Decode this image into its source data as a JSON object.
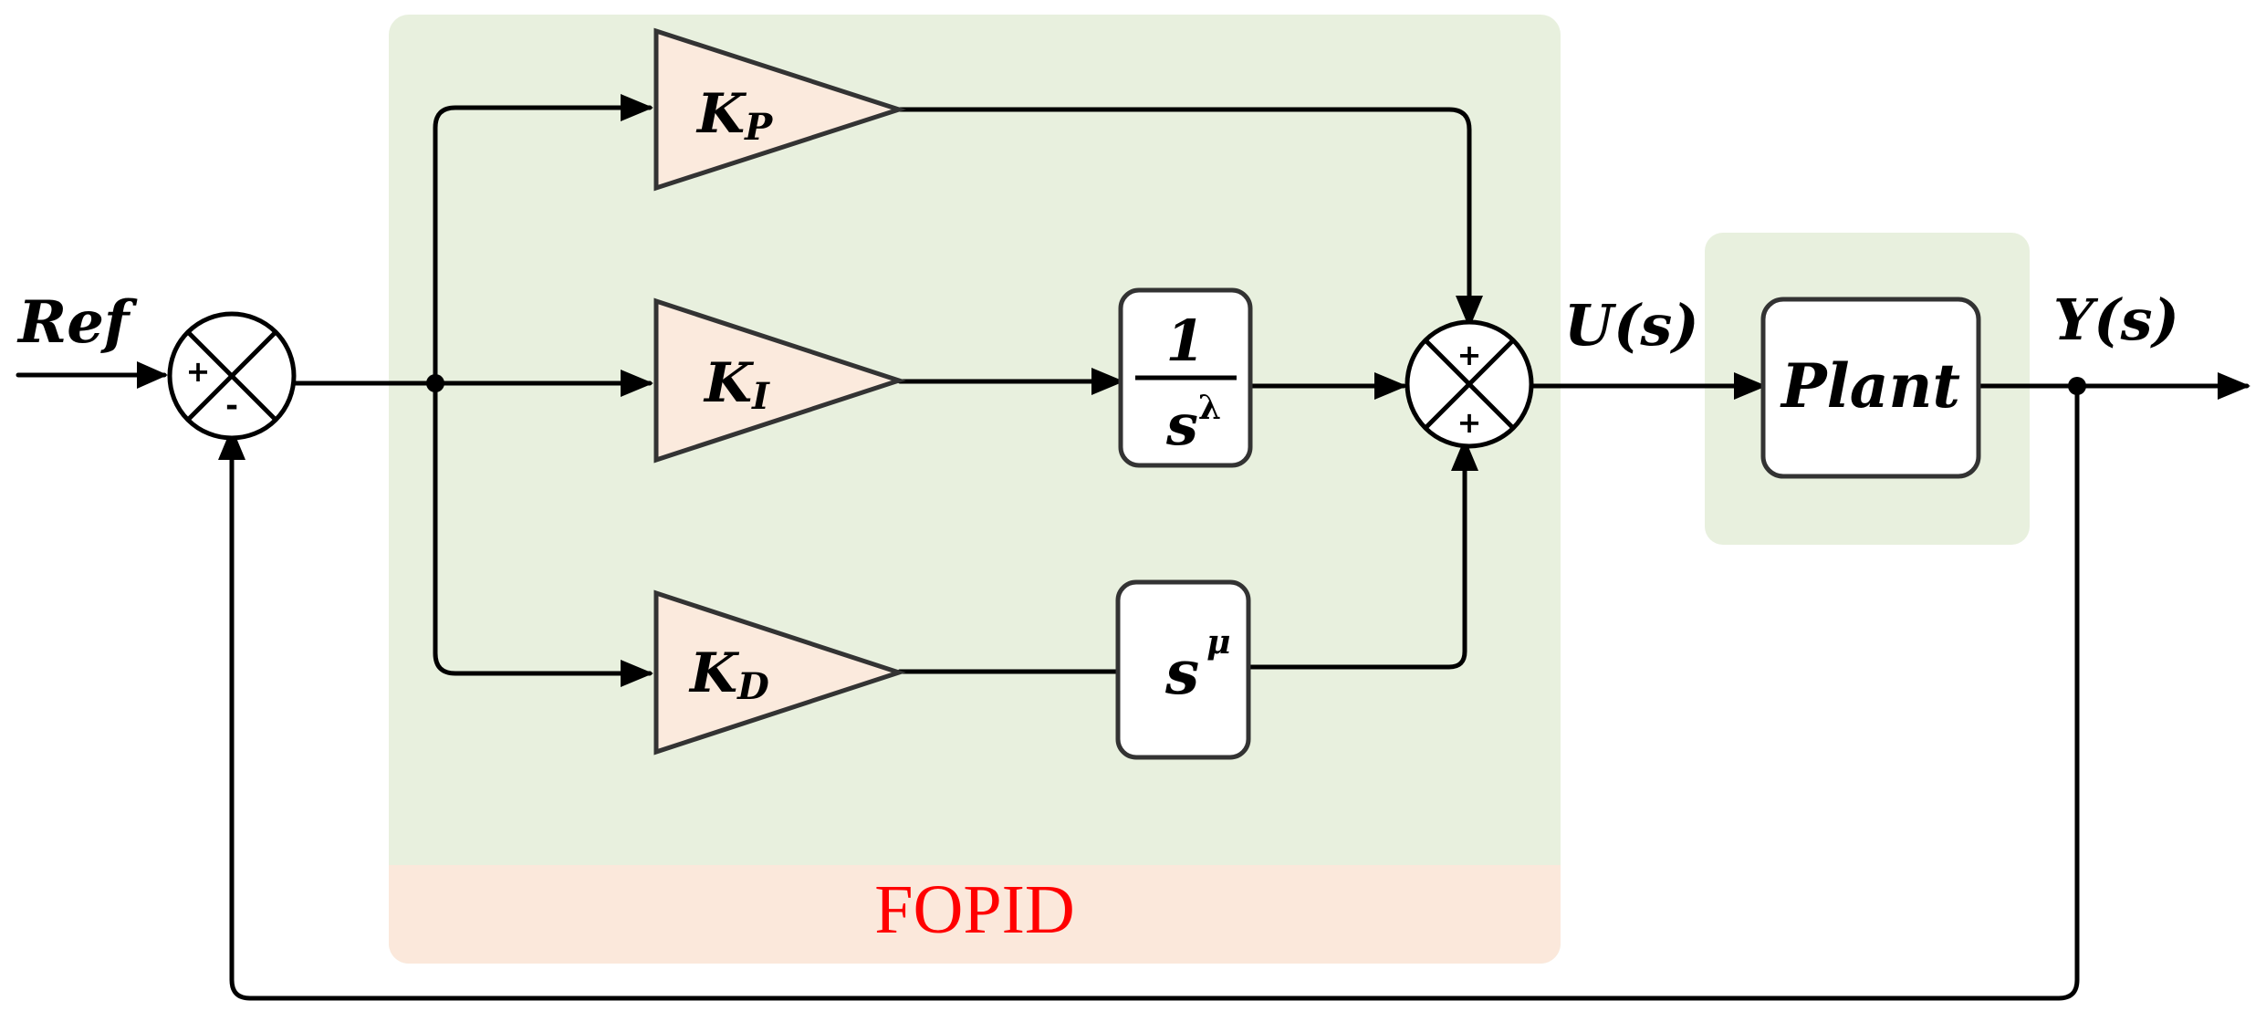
{
  "colors": {
    "controller_bg": "#e8f0de",
    "plant_bg": "#e8f0de",
    "footer_bg": "#fbe8db",
    "gain_fill": "#fbeadd",
    "fopid_text": "#ff0000",
    "line": "#000000"
  },
  "inputs": {
    "ref": "Ref"
  },
  "summing_junction_1": {
    "plus": "+",
    "minus": "-"
  },
  "controller": {
    "label": "FOPID",
    "gains": [
      {
        "symbol": "K",
        "subscript": "P"
      },
      {
        "symbol": "K",
        "subscript": "I"
      },
      {
        "symbol": "K",
        "subscript": "D"
      }
    ],
    "integrator": {
      "numerator": "1",
      "base": "s",
      "exponent": "λ"
    },
    "differentiator": {
      "base": "s",
      "exponent": "μ"
    }
  },
  "summing_junction_2": {
    "top": "+",
    "bottom": "+"
  },
  "signals": {
    "control": "U(s)",
    "output": "Y(s)"
  },
  "plant": {
    "label": "Plant"
  }
}
